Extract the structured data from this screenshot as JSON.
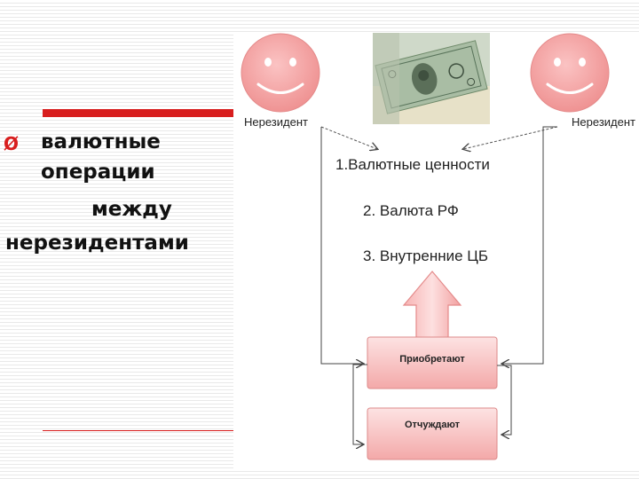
{
  "topic": {
    "bullet": "Ø",
    "lines": [
      "валютные",
      "операции",
      "между",
      "нерезидентами"
    ]
  },
  "diagram": {
    "left_party": "Нерезидент",
    "right_party": "Нерезидент",
    "assets": [
      "1.Валютные ценности",
      "2. Валюта РФ",
      "3. Внутренние ЦБ"
    ],
    "action_buy": "Приобретают",
    "action_sell": "Отчуждают"
  },
  "colors": {
    "accent": "#d81e1e",
    "face": "#f2a0a0",
    "box": "#f6b8b8"
  },
  "icons": [
    "smiley-face-icon",
    "dollar-banknote-photo"
  ]
}
